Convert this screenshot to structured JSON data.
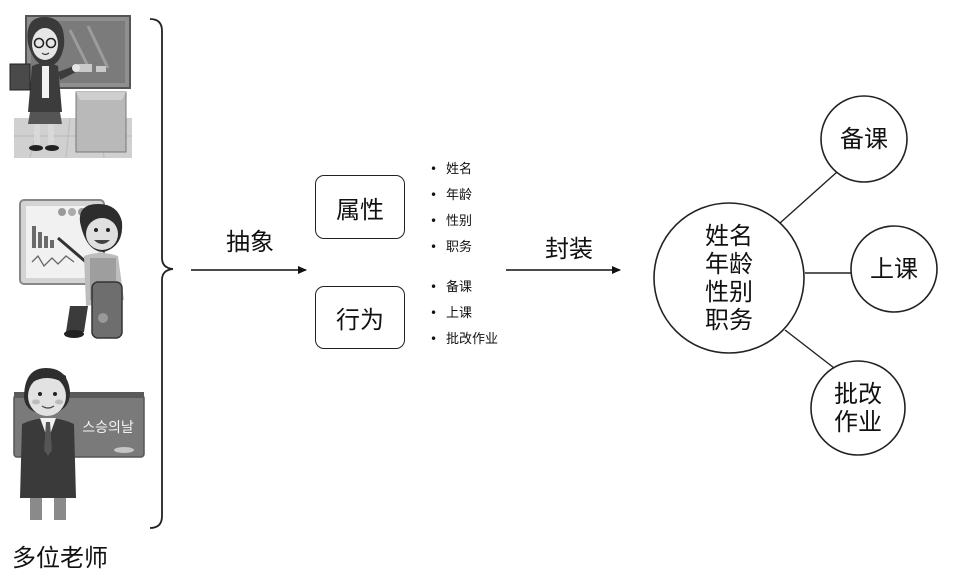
{
  "teachers": {
    "caption": "多位老师",
    "board_text": "스승의날"
  },
  "abstraction_label": "抽象",
  "encapsulation_label": "封装",
  "attributes": {
    "label": "属性",
    "items": [
      "姓名",
      "年龄",
      "性别",
      "职务"
    ]
  },
  "behaviors": {
    "label": "行为",
    "items": [
      "备课",
      "上课",
      "批改作业"
    ]
  },
  "object": {
    "center_lines": [
      "姓名",
      "年龄",
      "性别",
      "职务"
    ],
    "method_prepare": "备课",
    "method_teach": "上课",
    "method_grade_lines": [
      "批改",
      "作业"
    ]
  }
}
